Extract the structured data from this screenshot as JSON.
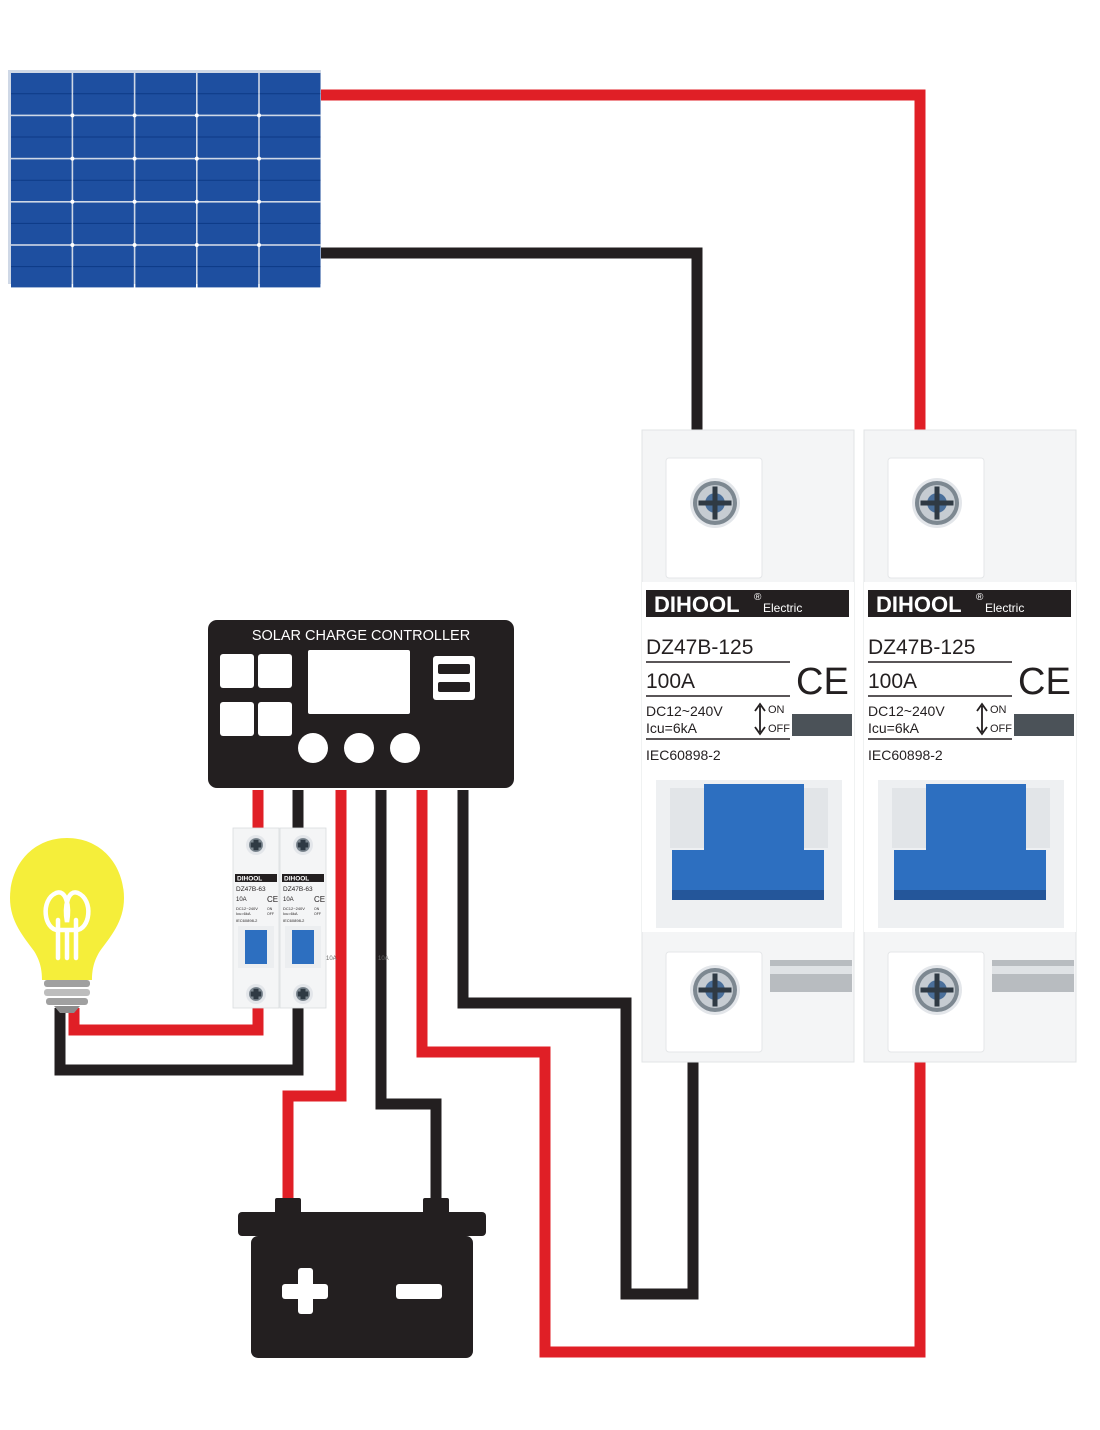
{
  "controller": {
    "title": "SOLAR CHARGE CONTROLLER"
  },
  "big_breakers": [
    {
      "brand": "DIHOOL",
      "registered": "®",
      "brand_suffix": "Electric",
      "model": "DZ47B-125",
      "rating": "100A",
      "mark": "CE",
      "voltage": "DC12~240V",
      "icu": "Icu=6kA",
      "on_label": "ON",
      "off_label": "OFF",
      "standard": "IEC60898-2"
    },
    {
      "brand": "DIHOOL",
      "registered": "®",
      "brand_suffix": "Electric",
      "model": "DZ47B-125",
      "rating": "100A",
      "mark": "CE",
      "voltage": "DC12~240V",
      "icu": "Icu=6kA",
      "on_label": "ON",
      "off_label": "OFF",
      "standard": "IEC60898-2"
    }
  ],
  "small_breakers": [
    {
      "brand": "DIHOOL",
      "model": "DZ47B-63",
      "rating": "10A",
      "mark": "CE",
      "voltage": "DC12~240V",
      "icu": "Icu=6kA",
      "on_label": "ON",
      "off_label": "OFF",
      "standard": "IEC60898-2",
      "side_rating": "10A"
    },
    {
      "brand": "DIHOOL",
      "model": "DZ47B-63",
      "rating": "10A",
      "mark": "CE",
      "voltage": "DC12~240V",
      "icu": "Icu=6kA",
      "on_label": "ON",
      "off_label": "OFF",
      "standard": "IEC60898-2",
      "side_rating": "10A"
    }
  ],
  "battery": {
    "plus_symbol": "+",
    "minus_symbol": "−"
  },
  "icons": {
    "solar_panel": "solar-panel-icon",
    "bulb": "light-bulb-icon",
    "battery": "battery-icon",
    "usb": "usb-port-icon"
  },
  "colors": {
    "positive_wire": "#e01f26",
    "negative_wire": "#231f20",
    "panel_blue": "#1e4fa0",
    "panel_cell": "#0d3a86",
    "breaker_handle": "#2d6fc0",
    "bulb_yellow": "#f5ee3a",
    "device_black": "#231f20"
  }
}
